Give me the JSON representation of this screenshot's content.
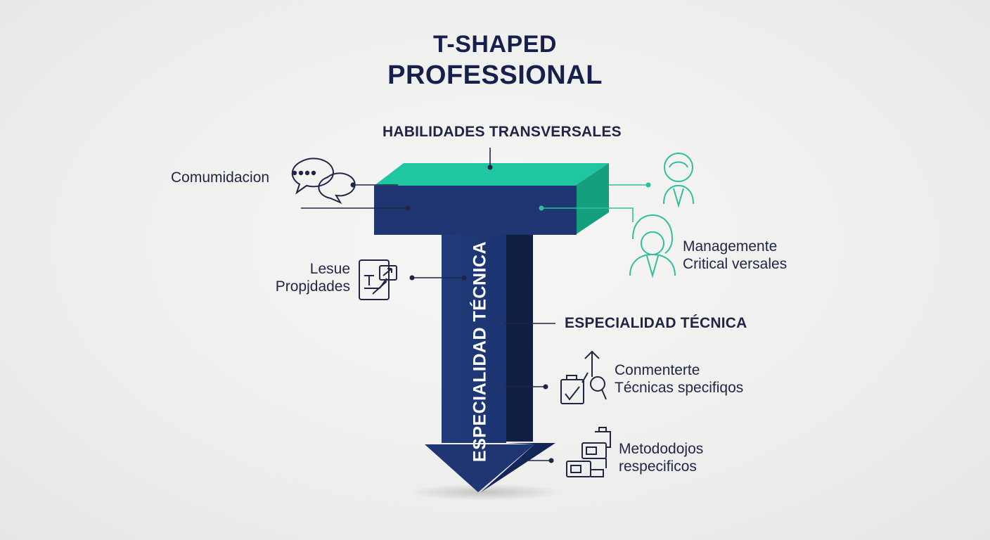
{
  "title": {
    "line1": "T-SHAPED",
    "line2": "PROFESSIONAL"
  },
  "top_bar": {
    "heading": "HABILIDADES TRANSVERSALES"
  },
  "stem": {
    "vertical_label": "ESPECIALIDAD TÉCNICA",
    "heading": "ESPECIALIDAD TÉCNICA"
  },
  "left_items": [
    {
      "label": "Comumidacion",
      "icon": "chat-bubbles-icon"
    },
    {
      "label_line1": "Lesue",
      "label_line2": "Propjdades",
      "icon": "diagram-tool-icon"
    }
  ],
  "right_items": [
    {
      "icon": "person-icon"
    },
    {
      "label_line1": "Managemente",
      "label_line2": "Critical versales",
      "icon": "person-curly-icon"
    }
  ],
  "stem_items": [
    {
      "label_line1": "Conmenterte",
      "label_line2": "Técnicas specifiqos",
      "icon": "tools-checklist-icon"
    },
    {
      "label_line1": "Metododojos",
      "label_line2": "respecificos",
      "icon": "devices-stack-icon"
    }
  ],
  "colors": {
    "navy": "#1f3672",
    "navy_dark": "#162a5a",
    "teal": "#20c6a3",
    "teal_dark": "#14a383",
    "text": "#1f2645",
    "connector_teal": "#2fbf9f"
  }
}
